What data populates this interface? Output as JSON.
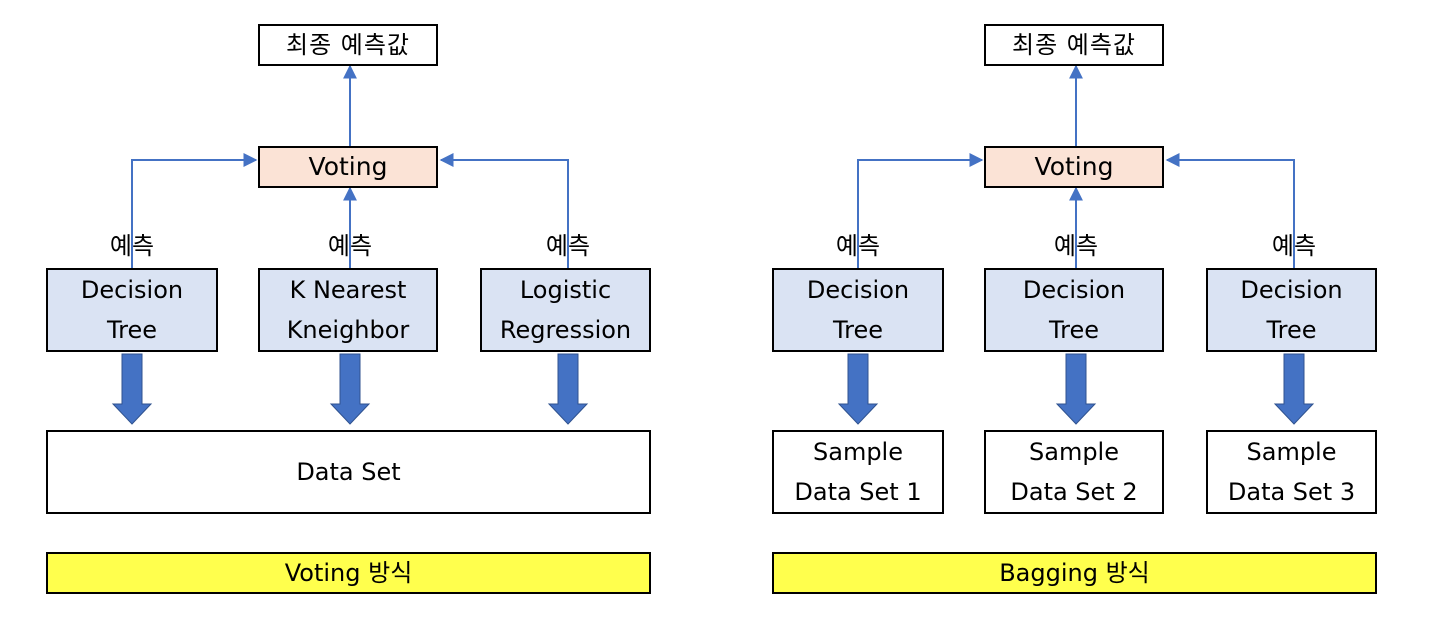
{
  "colors": {
    "link": "#4472c4",
    "block_arrow": "#4472c4",
    "block_arrow_stroke": "#2f528f",
    "model_fill": "#dae3f3",
    "voting_fill": "#fbe3d6",
    "method_fill": "#ffff4d"
  },
  "voting_panel": {
    "final_label": "최종 예측값",
    "voting_label": "Voting",
    "prediction_label": "예측",
    "models": [
      {
        "line1": "Decision",
        "line2": "Tree"
      },
      {
        "line1": "K Nearest",
        "line2": "Kneighbor"
      },
      {
        "line1": "Logistic",
        "line2": "Regression"
      }
    ],
    "dataset_label": "Data Set",
    "method_label": "Voting 방식"
  },
  "bagging_panel": {
    "final_label": "최종 예측값",
    "voting_label": "Voting",
    "prediction_label": "예측",
    "models": [
      {
        "line1": "Decision",
        "line2": "Tree"
      },
      {
        "line1": "Decision",
        "line2": "Tree"
      },
      {
        "line1": "Decision",
        "line2": "Tree"
      }
    ],
    "samples": [
      {
        "line1": "Sample",
        "line2": "Data Set 1"
      },
      {
        "line1": "Sample",
        "line2": "Data Set 2"
      },
      {
        "line1": "Sample",
        "line2": "Data Set 3"
      }
    ],
    "method_label": "Bagging 방식"
  }
}
